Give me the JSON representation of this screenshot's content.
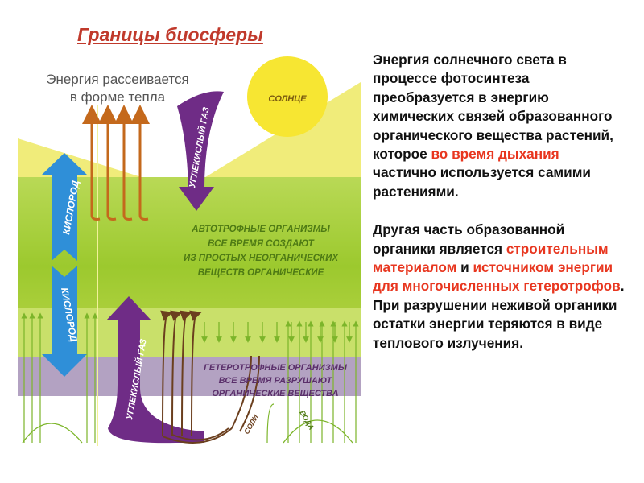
{
  "page_title": "Границы биосферы",
  "diagram": {
    "heat_label_line1": "Энергия рассеивается",
    "heat_label_line2": "в форме тепла",
    "sun_label": "СОЛНЦЕ",
    "oxygen_up_label": "КИСЛОРОД",
    "oxygen_down_label": "КИСЛОРОД",
    "co2_down_label": "УГЛЕКИСЛЫЙ ГАЗ",
    "co2_up_label": "УГЛЕКИСЛЫЙ ГАЗ",
    "autotroph_lines": [
      "АВТОТРОФНЫЕ ОРГАНИЗМЫ",
      "ВСЕ ВРЕМЯ СОЗДАЮТ",
      "ИЗ ПРОСТЫХ НЕОРГАНИЧЕСКИХ",
      "ВЕЩЕСТВ ОРГАНИЧЕСКИЕ"
    ],
    "heterotroph_lines": [
      "ГЕТЕРОТРОФНЫЕ ОРГАНИЗМЫ",
      "ВСЕ ВРЕМЯ РАЗРУШАЮТ",
      "ОРГАНИЧЕСКИЕ ВЕЩЕСТВА"
    ],
    "salt_label": "СОЛИ",
    "water_label": "ВОДА",
    "colors": {
      "sky_yellow": "#f0ec7a",
      "green_band": "#a6cf3a",
      "purple_band": "#b3a2c2",
      "sun": "#f7e632",
      "oxygen_arrow": "#2f8fd8",
      "co2_arrow": "#6f2c86",
      "heat_arrow": "#c4691c",
      "green_arrow": "#7cb52a",
      "brown_arrow": "#6b3f1e"
    }
  },
  "text": {
    "p1_a": "Энергия солнечного света в процессе фотосинтеза преобразуется в энергию химических связей образованного органического вещества растений, которое ",
    "p1_hl": "во время дыхания",
    "p1_b": " частично используется самими растениями.",
    "p2_a": "Другая часть образованной органики является ",
    "p2_hl1": "строительным материалом",
    "p2_b": " и ",
    "p2_hl2": "источником энергии для многочисленных гетеротрофов",
    "p2_c": ". При разрушении неживой органики остатки энергии теряются в виде теплового излучения."
  }
}
